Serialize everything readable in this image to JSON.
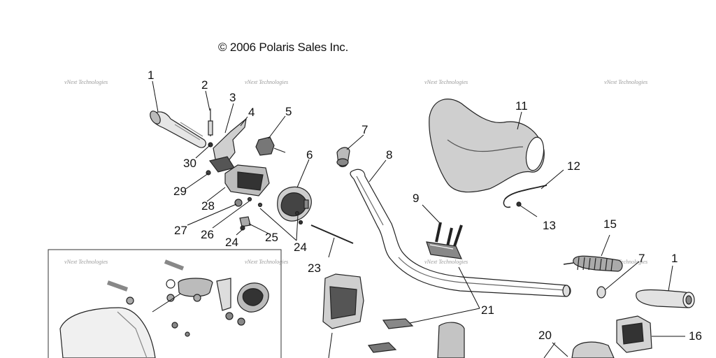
{
  "copyright": "© 2006 Polaris Sales Inc.",
  "watermark": "vNext Technologies",
  "callouts": [
    "1",
    "2",
    "3",
    "4",
    "5",
    "6",
    "7",
    "8",
    "9",
    "11",
    "12",
    "13",
    "15",
    "7",
    "1",
    "16",
    "20",
    "21",
    "23",
    "24",
    "24",
    "25",
    "26",
    "27",
    "28",
    "29",
    "30"
  ]
}
